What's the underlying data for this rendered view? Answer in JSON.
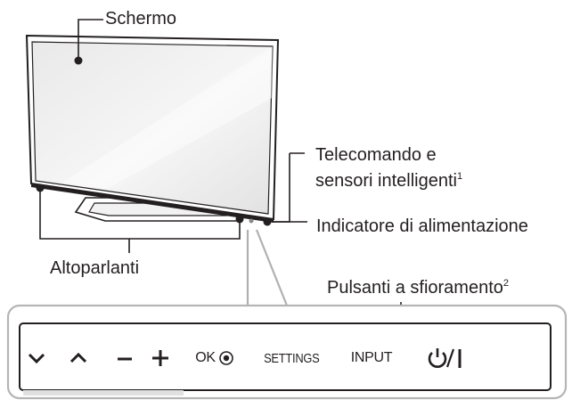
{
  "labels": {
    "screen": "Schermo",
    "remote_sensors_line1": "Telecomando e",
    "remote_sensors_line2": "sensori intelligenti",
    "remote_sensors_note": "1",
    "power_indicator": "Indicatore di alimentazione",
    "speakers": "Altoparlanti",
    "touch_buttons": "Pulsanti a sfioramento",
    "touch_buttons_note": "2"
  },
  "buttons": {
    "down_icon": "chevron-down-icon",
    "up_icon": "chevron-up-icon",
    "volume_down_icon": "minus-icon",
    "volume_up_icon": "plus-icon",
    "ok_label": "OK",
    "ok_icon": "ok-dot-icon",
    "settings_label": "SETTINGS",
    "input_label": "INPUT",
    "power_icon": "power-icon"
  },
  "colors": {
    "outline": "#231f20",
    "panel_border": "#b5b5b5",
    "screen_fill": "#eeeeee",
    "callout_gray": "#b0b0b0"
  }
}
